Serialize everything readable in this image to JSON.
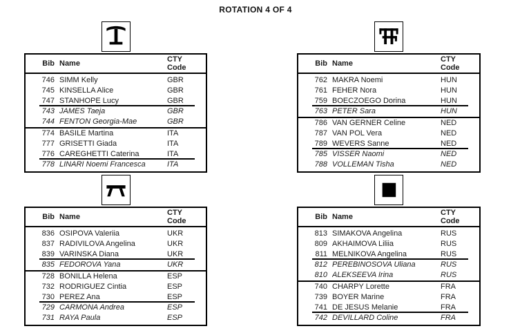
{
  "title": "ROTATION 4 OF 4",
  "columns": {
    "bib": "Bib",
    "name": "Name",
    "cty_line1": "CTY",
    "cty_line2": "Code"
  },
  "colors": {
    "background": "#ffffff",
    "text": "#1a1a1a",
    "border": "#000000"
  },
  "tables": [
    {
      "apparatus": "vault",
      "icon": "vault-icon",
      "groups": [
        {
          "country": "GBR",
          "athletes": [
            {
              "bib": "746",
              "name": "SIMM Kelly",
              "cty": "GBR",
              "italic": false,
              "rule_below": false
            },
            {
              "bib": "745",
              "name": "KINSELLA Alice",
              "cty": "GBR",
              "italic": false,
              "rule_below": false
            },
            {
              "bib": "747",
              "name": "STANHOPE Lucy",
              "cty": "GBR",
              "italic": false,
              "rule_below": true
            },
            {
              "bib": "743",
              "name": "JAMES Taeja",
              "cty": "GBR",
              "italic": true,
              "rule_below": false
            },
            {
              "bib": "744",
              "name": "FENTON Georgia-Mae",
              "cty": "GBR",
              "italic": true,
              "rule_below": false
            }
          ]
        },
        {
          "country": "ITA",
          "athletes": [
            {
              "bib": "774",
              "name": "BASILE Martina",
              "cty": "ITA",
              "italic": false,
              "rule_below": false
            },
            {
              "bib": "777",
              "name": "GRISETTI Giada",
              "cty": "ITA",
              "italic": false,
              "rule_below": false
            },
            {
              "bib": "776",
              "name": "CAREGHETTI Caterina",
              "cty": "ITA",
              "italic": false,
              "rule_below": true
            },
            {
              "bib": "778",
              "name": "LINARI Noemi Francesca",
              "cty": "ITA",
              "italic": true,
              "rule_below": false
            }
          ]
        }
      ]
    },
    {
      "apparatus": "uneven-bars",
      "icon": "uneven-bars-icon",
      "groups": [
        {
          "country": "HUN",
          "athletes": [
            {
              "bib": "762",
              "name": "MAKRA Noemi",
              "cty": "HUN",
              "italic": false,
              "rule_below": false
            },
            {
              "bib": "761",
              "name": "FEHER Nora",
              "cty": "HUN",
              "italic": false,
              "rule_below": false
            },
            {
              "bib": "759",
              "name": "BOECZOEGO Dorina",
              "cty": "HUN",
              "italic": false,
              "rule_below": true
            },
            {
              "bib": "763",
              "name": "PETER Sara",
              "cty": "HUN",
              "italic": true,
              "rule_below": false
            }
          ]
        },
        {
          "country": "NED",
          "athletes": [
            {
              "bib": "786",
              "name": "VAN GERNER Celine",
              "cty": "NED",
              "italic": false,
              "rule_below": false
            },
            {
              "bib": "787",
              "name": "VAN POL Vera",
              "cty": "NED",
              "italic": false,
              "rule_below": false
            },
            {
              "bib": "789",
              "name": "WEVERS Sanne",
              "cty": "NED",
              "italic": false,
              "rule_below": true
            },
            {
              "bib": "785",
              "name": "VISSER Naomi",
              "cty": "NED",
              "italic": true,
              "rule_below": false
            },
            {
              "bib": "788",
              "name": "VOLLEMAN Tisha",
              "cty": "NED",
              "italic": true,
              "rule_below": false
            }
          ]
        }
      ]
    },
    {
      "apparatus": "balance-beam",
      "icon": "balance-beam-icon",
      "groups": [
        {
          "country": "UKR",
          "athletes": [
            {
              "bib": "836",
              "name": "OSIPOVA Valeriia",
              "cty": "UKR",
              "italic": false,
              "rule_below": false
            },
            {
              "bib": "837",
              "name": "RADIVILOVA Angelina",
              "cty": "UKR",
              "italic": false,
              "rule_below": false
            },
            {
              "bib": "839",
              "name": "VARINSKA Diana",
              "cty": "UKR",
              "italic": false,
              "rule_below": true
            },
            {
              "bib": "835",
              "name": "FEDOROVA Yana",
              "cty": "UKR",
              "italic": true,
              "rule_below": false
            }
          ]
        },
        {
          "country": "ESP",
          "athletes": [
            {
              "bib": "728",
              "name": "BONILLA Helena",
              "cty": "ESP",
              "italic": false,
              "rule_below": false
            },
            {
              "bib": "732",
              "name": "RODRIGUEZ Cintia",
              "cty": "ESP",
              "italic": false,
              "rule_below": false
            },
            {
              "bib": "730",
              "name": "PEREZ Ana",
              "cty": "ESP",
              "italic": false,
              "rule_below": true
            },
            {
              "bib": "729",
              "name": "CARMONA Andrea",
              "cty": "ESP",
              "italic": true,
              "rule_below": false
            },
            {
              "bib": "731",
              "name": "RAYA Paula",
              "cty": "ESP",
              "italic": true,
              "rule_below": false
            }
          ]
        }
      ]
    },
    {
      "apparatus": "floor",
      "icon": "floor-icon",
      "groups": [
        {
          "country": "RUS",
          "athletes": [
            {
              "bib": "813",
              "name": "SIMAKOVA Angelina",
              "cty": "RUS",
              "italic": false,
              "rule_below": false
            },
            {
              "bib": "809",
              "name": "AKHAIMOVA Liliia",
              "cty": "RUS",
              "italic": false,
              "rule_below": false
            },
            {
              "bib": "811",
              "name": "MELNIKOVA Angelina",
              "cty": "RUS",
              "italic": false,
              "rule_below": true
            },
            {
              "bib": "812",
              "name": "PEREBINOSOVA Uliana",
              "cty": "RUS",
              "italic": true,
              "rule_below": false
            },
            {
              "bib": "810",
              "name": "ALEKSEEVA Irina",
              "cty": "RUS",
              "italic": true,
              "rule_below": false
            }
          ]
        },
        {
          "country": "FRA",
          "athletes": [
            {
              "bib": "740",
              "name": "CHARPY Lorette",
              "cty": "FRA",
              "italic": false,
              "rule_below": false
            },
            {
              "bib": "739",
              "name": "BOYER Marine",
              "cty": "FRA",
              "italic": false,
              "rule_below": false
            },
            {
              "bib": "741",
              "name": "DE JESUS Melanie",
              "cty": "FRA",
              "italic": false,
              "rule_below": true
            },
            {
              "bib": "742",
              "name": "DEVILLARD Coline",
              "cty": "FRA",
              "italic": true,
              "rule_below": false
            }
          ]
        }
      ]
    }
  ]
}
